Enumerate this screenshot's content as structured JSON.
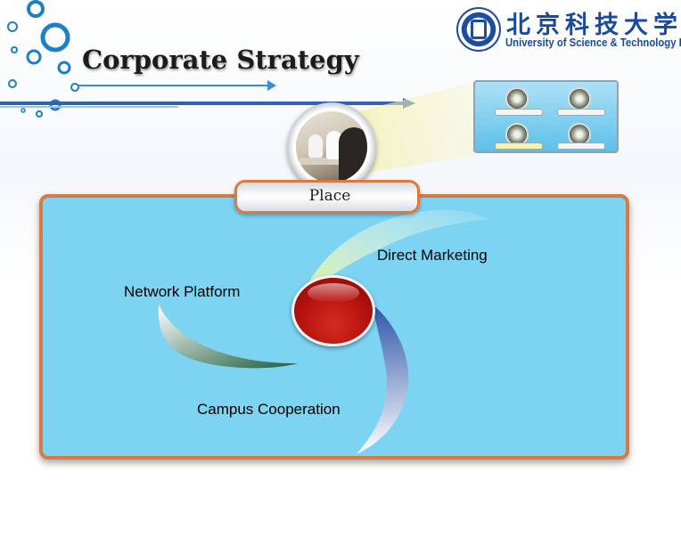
{
  "header": {
    "title": "Corporate  Strategy",
    "logo_cn": "北京科技大学",
    "logo_en": "University of Science & Technology Beijing"
  },
  "place_label": "Place",
  "labels": {
    "direct_marketing": "Direct Marketing",
    "network_platform": "Network Platform",
    "campus_cooperation": "Campus Cooperation"
  },
  "colors": {
    "panel_fill": "#7dd3f2",
    "panel_border": "#d87a42",
    "arrow_blue": "#2f63b0",
    "button_red": "#c2150f",
    "logo_blue": "#1a4a9c"
  },
  "icons": [
    "university-seal-icon",
    "meeting-photo"
  ]
}
